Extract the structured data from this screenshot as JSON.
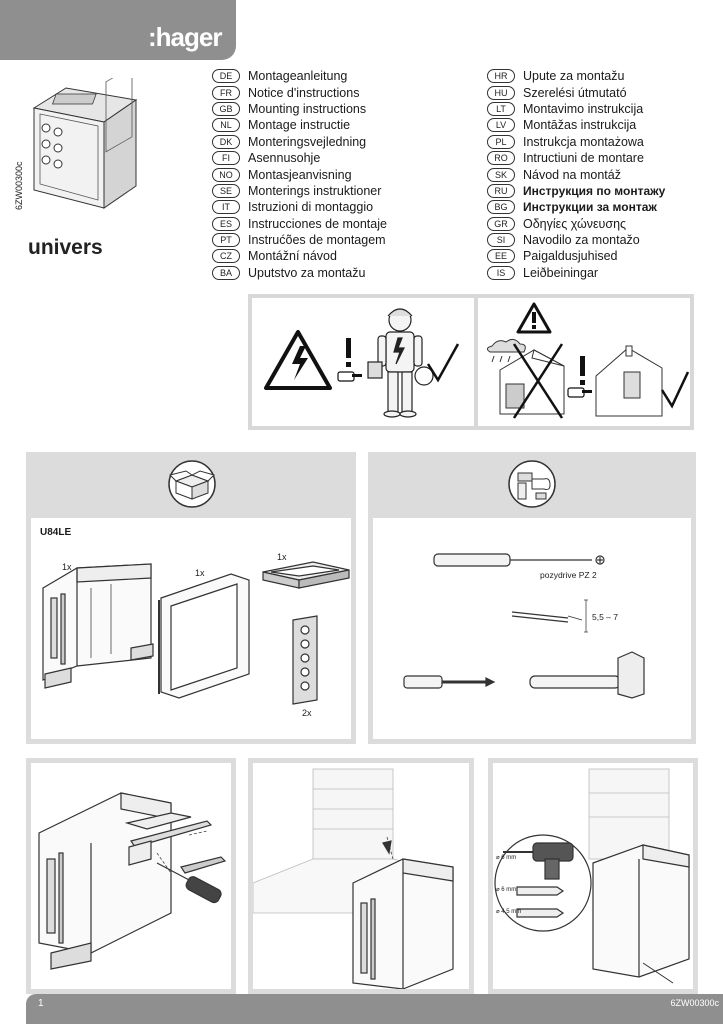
{
  "header": {
    "brand": ":hager"
  },
  "product": {
    "code": "6ZW00300c",
    "name": "univers"
  },
  "languages_left": [
    {
      "code": "DE",
      "text": "Montageanleitung"
    },
    {
      "code": "FR",
      "text": "Notice d'instructions"
    },
    {
      "code": "GB",
      "text": "Mounting instructions"
    },
    {
      "code": "NL",
      "text": "Montage instructie"
    },
    {
      "code": "DK",
      "text": "Monteringsvejledning"
    },
    {
      "code": "FI",
      "text": "Asennusohje"
    },
    {
      "code": "NO",
      "text": "Montasjeanvisning"
    },
    {
      "code": "SE",
      "text": "Monterings instruktioner"
    },
    {
      "code": "IT",
      "text": "Istruzioni di montaggio"
    },
    {
      "code": "ES",
      "text": "Instrucciones de montaje"
    },
    {
      "code": "PT",
      "text": "Instrućões de montagem"
    },
    {
      "code": "CZ",
      "text": "Montážní návod"
    },
    {
      "code": "BA",
      "text": "Uputstvo za montažu"
    }
  ],
  "languages_right": [
    {
      "code": "HR",
      "text": "Upute za montažu"
    },
    {
      "code": "HU",
      "text": "Szerelési útmutató"
    },
    {
      "code": "LT",
      "text": "Montavimo instrukcija"
    },
    {
      "code": "LV",
      "text": "Montāžas instrukcija"
    },
    {
      "code": "PL",
      "text": "Instrukcja montażowa"
    },
    {
      "code": "RO",
      "text": "Intructiuni de montare"
    },
    {
      "code": "SK",
      "text": "Návod na montáž"
    },
    {
      "code": "RU",
      "text": "Инструкция по монтажу"
    },
    {
      "code": "BG",
      "text": "Инструкции за монтаж"
    },
    {
      "code": "GR",
      "text": "Οδηγίες χώνευσης"
    },
    {
      "code": "SI",
      "text": "Navodilo za montažo"
    },
    {
      "code": "EE",
      "text": "Paigaldusjuhised"
    },
    {
      "code": "IS",
      "text": "Leiðbeiningar"
    }
  ],
  "contents": {
    "reference": "U84LE",
    "frame_qty": "1x",
    "door_qty": "1x",
    "gasket_qty": "1x",
    "plate_qty": "2x"
  },
  "tools": {
    "screwdriver": "pozydrive PZ 2",
    "strip_length": "5,5 – 7"
  },
  "drill": {
    "bit1": "⌀ 6 mm",
    "bit2": "⌀ 6 mm",
    "bit3": "⌀ 4,5 mm"
  },
  "footer": {
    "page": "1",
    "code": "6ZW00300c"
  }
}
